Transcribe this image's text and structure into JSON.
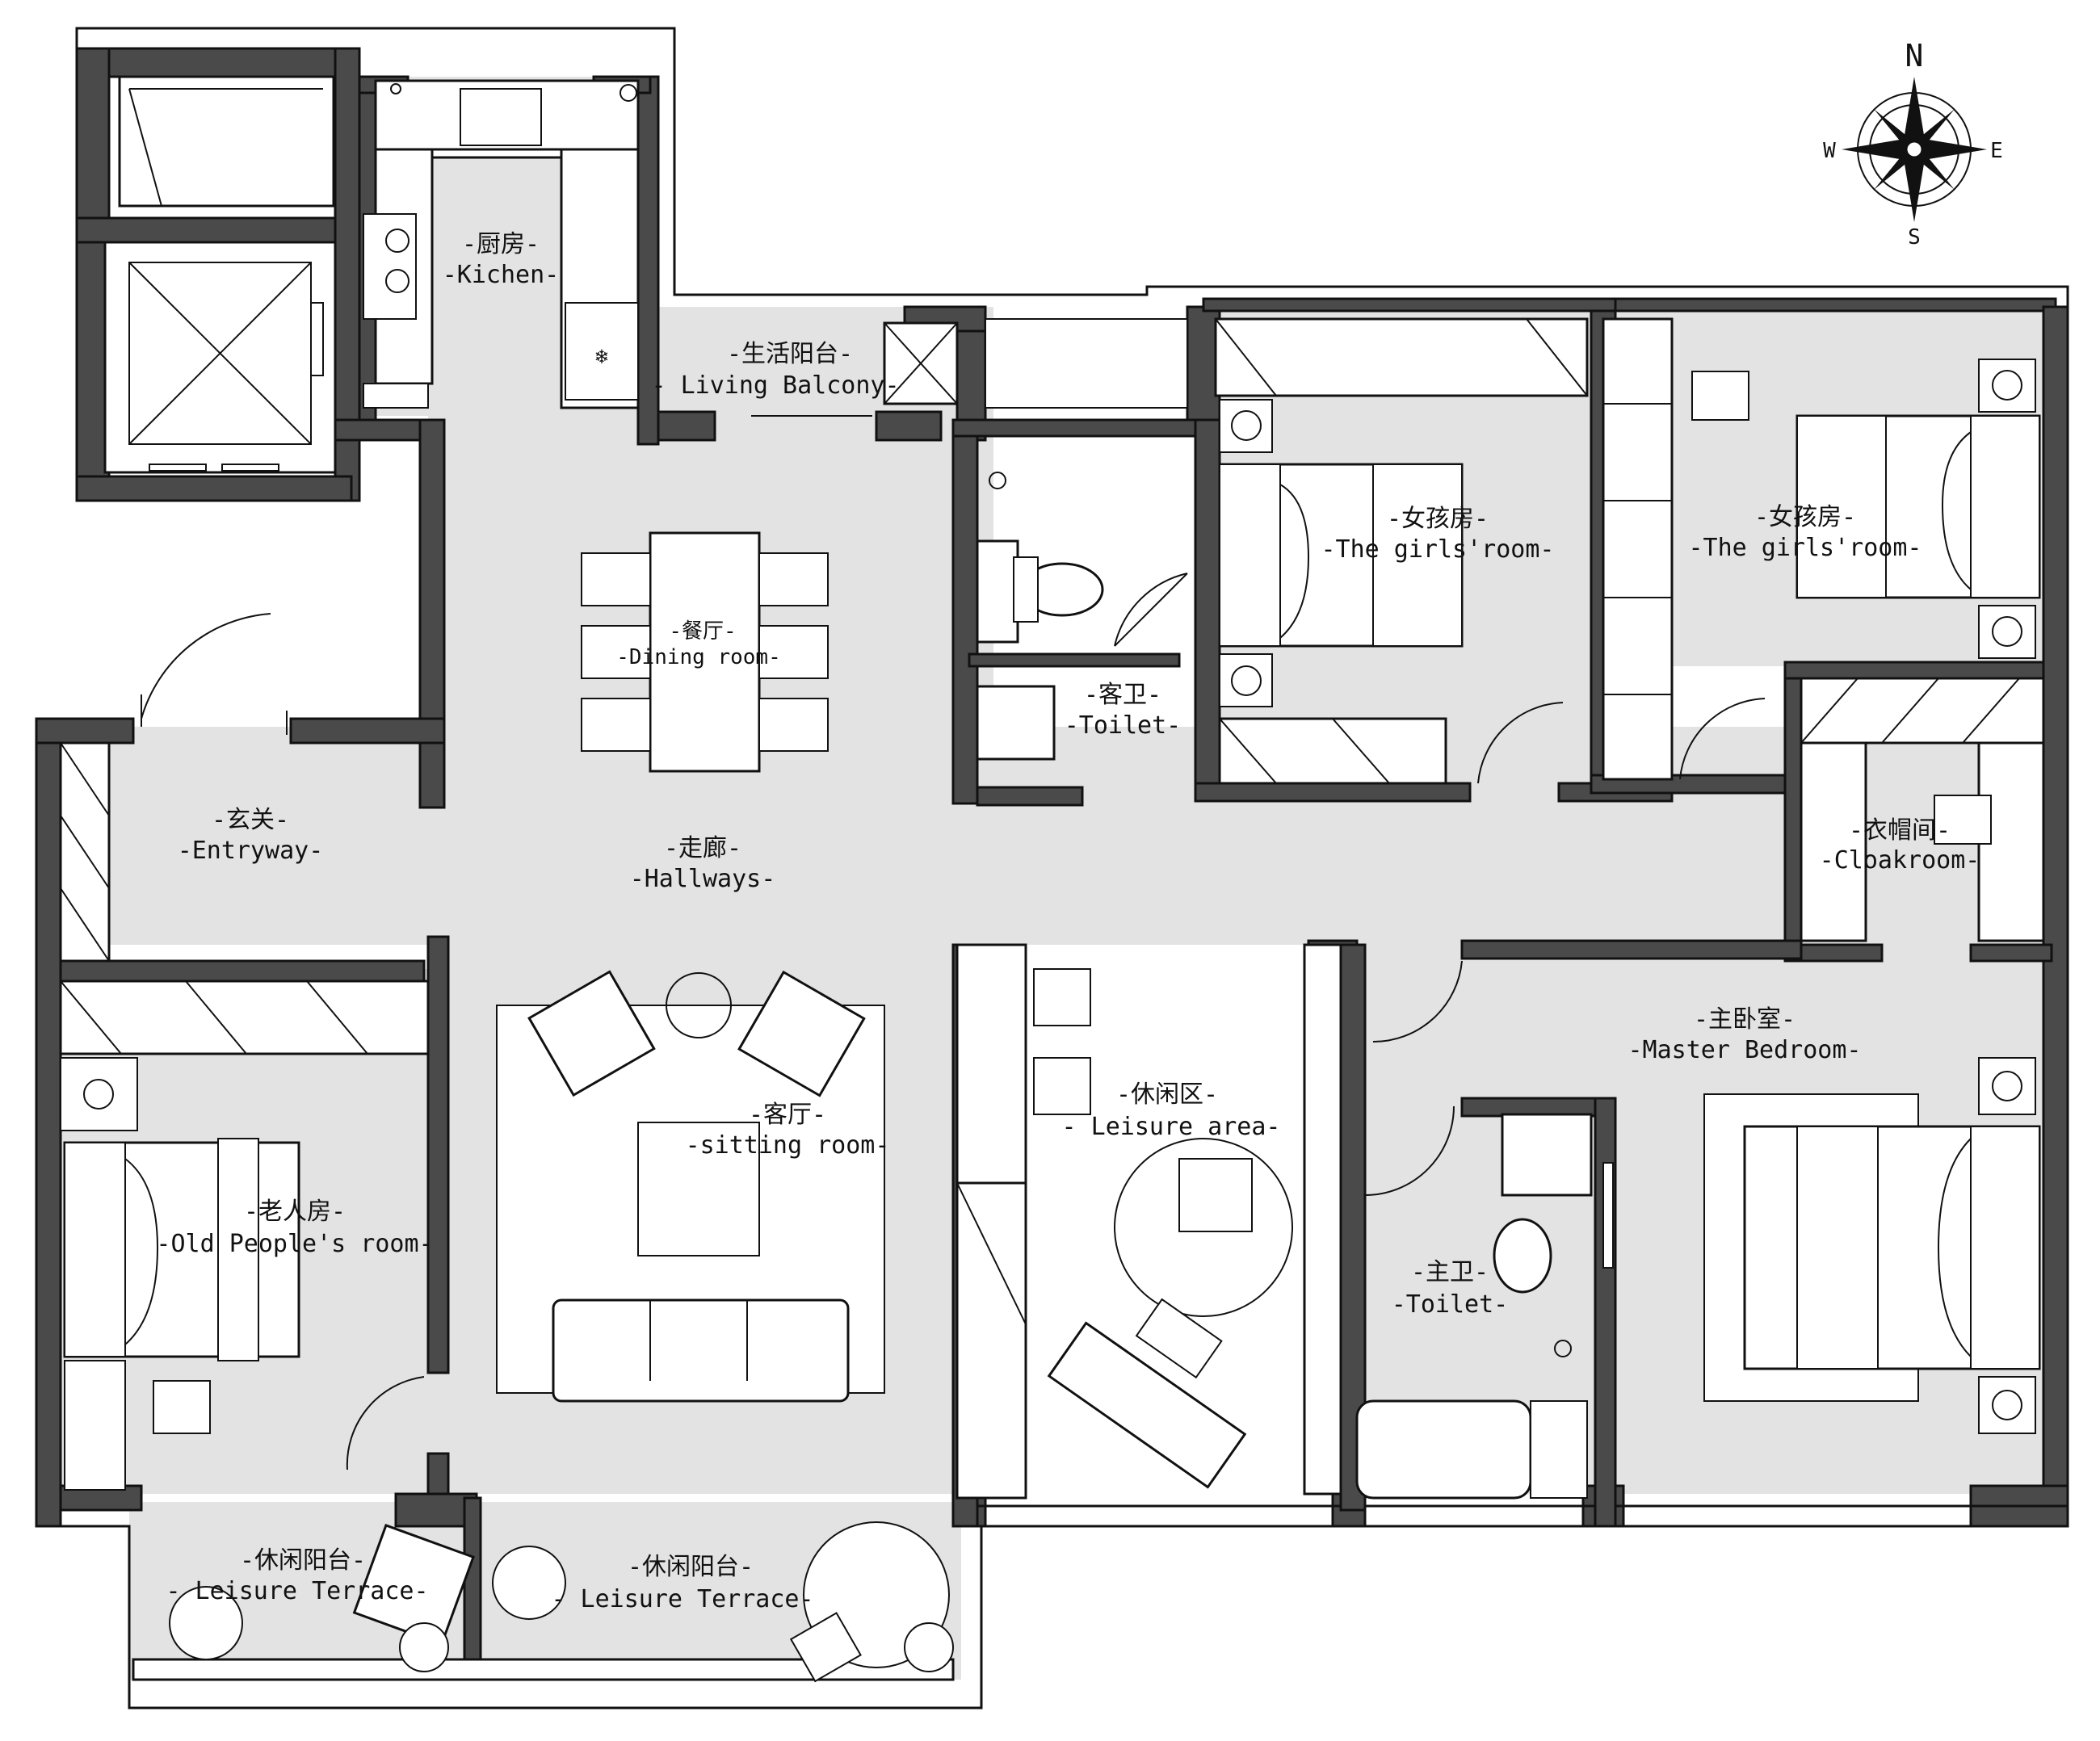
{
  "compass": {
    "n": "N",
    "s": "S",
    "e": "E",
    "w": "W"
  },
  "rooms": {
    "kitchen": {
      "zh": "-厨房-",
      "en": "-Kichen-"
    },
    "living_balcony": {
      "zh": "-生活阳台-",
      "en": "- Living Balcony-"
    },
    "dining": {
      "zh": "-餐厅-",
      "en": "-Dining room-"
    },
    "guest_toilet": {
      "zh": "-客卫-",
      "en": "-Toilet-"
    },
    "girls_room_1": {
      "zh": "-女孩房-",
      "en": "-The girls'room-"
    },
    "girls_room_2": {
      "zh": "-女孩房-",
      "en": "-The girls'room-"
    },
    "entryway": {
      "zh": "-玄关-",
      "en": "-Entryway-"
    },
    "hallways": {
      "zh": "-走廊-",
      "en": "-Hallways-"
    },
    "cloakroom": {
      "zh": "-衣帽间-",
      "en": "-Cloakroom-"
    },
    "master_bedroom": {
      "zh": "-主卧室-",
      "en": "-Master Bedroom-"
    },
    "sitting_room": {
      "zh": "-客厅-",
      "en": "-sitting room-"
    },
    "leisure_area": {
      "zh": "-休闲区-",
      "en": "- Leisure area-"
    },
    "old_room": {
      "zh": "-老人房-",
      "en": "-Old People's room-"
    },
    "master_toilet": {
      "zh": "-主卫-",
      "en": "-Toilet-"
    },
    "terrace_left": {
      "zh": "-休闲阳台-",
      "en": "- Leisure Terrace-"
    },
    "terrace_right": {
      "zh": "-休闲阳台-",
      "en": "- Leisure Terrace-"
    }
  },
  "colors": {
    "wall": "#4a4a4a",
    "floor": "#e3e3e3",
    "furniture": "#ffffff",
    "line": "#111111"
  }
}
